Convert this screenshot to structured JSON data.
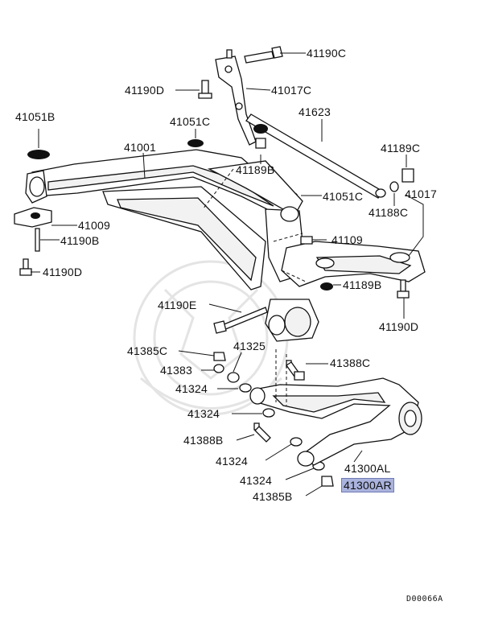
{
  "labels": [
    {
      "id": "l41190C",
      "text": "41190C"
    },
    {
      "id": "l41017C",
      "text": "41017C"
    },
    {
      "id": "l41190D_t",
      "text": "41190D"
    },
    {
      "id": "l41623",
      "text": "41623"
    },
    {
      "id": "l41051B",
      "text": "41051B"
    },
    {
      "id": "l41051C_t",
      "text": "41051C"
    },
    {
      "id": "l41001",
      "text": "41001"
    },
    {
      "id": "l41189C",
      "text": "41189C"
    },
    {
      "id": "l41189B_t",
      "text": "41189B"
    },
    {
      "id": "l41017",
      "text": "41017"
    },
    {
      "id": "l41051C_m",
      "text": "41051C"
    },
    {
      "id": "l41188C",
      "text": "41188C"
    },
    {
      "id": "l41009",
      "text": "41009"
    },
    {
      "id": "l41190B",
      "text": "41190B"
    },
    {
      "id": "l41109",
      "text": "41109"
    },
    {
      "id": "l41190D_l",
      "text": "41190D"
    },
    {
      "id": "l41189B_r",
      "text": "41189B"
    },
    {
      "id": "l41190E",
      "text": "41190E"
    },
    {
      "id": "l41190D_r",
      "text": "41190D"
    },
    {
      "id": "l41385C",
      "text": "41385C"
    },
    {
      "id": "l41325",
      "text": "41325"
    },
    {
      "id": "l41383",
      "text": "41383"
    },
    {
      "id": "l41388C",
      "text": "41388C"
    },
    {
      "id": "l41324_a",
      "text": "41324"
    },
    {
      "id": "l41324_b",
      "text": "41324"
    },
    {
      "id": "l41388B",
      "text": "41388B"
    },
    {
      "id": "l41324_c",
      "text": "41324"
    },
    {
      "id": "l41300AL",
      "text": "41300AL"
    },
    {
      "id": "l41324_d",
      "text": "41324"
    },
    {
      "id": "l41300AR",
      "text": "41300AR",
      "highlighted": true
    },
    {
      "id": "l41385B",
      "text": "41385B"
    }
  ],
  "diagram_code": "D00066A",
  "colors": {
    "highlight": "#aab3dd",
    "ink": "#111111",
    "watermark": "#e4e4e4"
  }
}
